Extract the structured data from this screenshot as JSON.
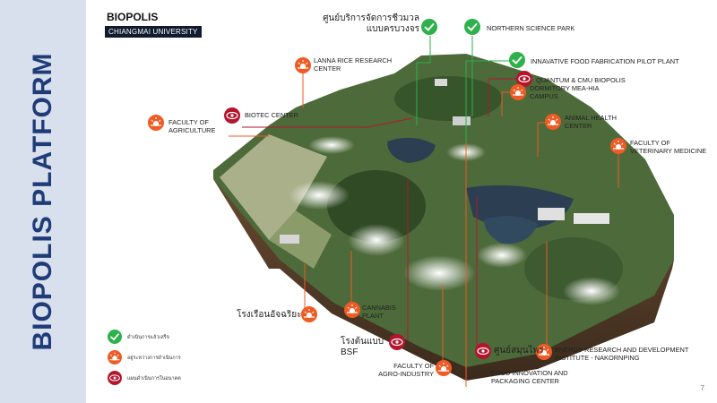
{
  "sidebar": {
    "title": "BIOPOLIS PLATFORM"
  },
  "header": {
    "brand": "BIOPOLIS",
    "subbrand": "CHIANGMAI UNIVERSITY"
  },
  "labels": {
    "waste_center": "ศูนย์บริการจัดการชีวมวลแบบครบวงจร",
    "northern_science_park": "NORTHERN SCIENCE PARK",
    "lanna_rice": "LANNA RICE RESEARCH CENTER",
    "innovative_food": "INNAVATIVE FOOD FABRICATION PILOT PLANT",
    "quantum": "QUANTUM & CMU BIOPOLIS",
    "dormitory": "DORMITORY MEA-HIA CAMPUS",
    "biotec": "BIOTEC CENTER",
    "faculty_agriculture": "FACULTY OF AGRICULTURE",
    "animal_health": "ANIMAL HEALTH CENTER",
    "vet_medicine": "FACULTY OF VETERINARY MEDICINE",
    "smart_greenhouse": "โรงเรือนอัจฉริยะ",
    "cannabis": "CANNABIS PLANT",
    "bsf": "โรงต้นแบบ BSF",
    "herb_center": "ศูนย์สมุนไพร",
    "agro_industry": "FACULTY OF AGRO-INDUSTRY",
    "food_innovation": "FOOD INNOVATION AND PACKAGING CENTER",
    "energy_research": "ENERGY RESEARCH AND DEVELOPMENT INSTITUTE - NAKORNPING"
  },
  "legend": {
    "done": "ดำเนินการแล้วเสร็จ",
    "in_progress": "อยู่ระหว่างการดำเนินการ",
    "planned": "แผนดำเนินการในอนาคต"
  },
  "page_number": "7",
  "colors": {
    "sidebar_bg": "#d7e0ec",
    "title_blue": "#1f3b78",
    "done_green": "#2db14a",
    "progress_orange": "#ef5b25",
    "future_red": "#b3152d"
  }
}
